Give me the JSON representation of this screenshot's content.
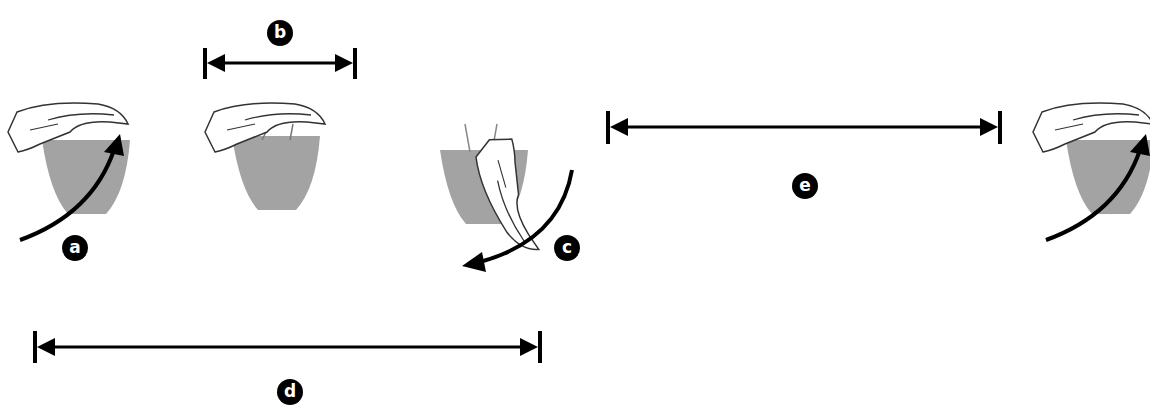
{
  "diagram": {
    "labels": [
      "b",
      "a",
      "c",
      "e",
      "d"
    ]
  }
}
